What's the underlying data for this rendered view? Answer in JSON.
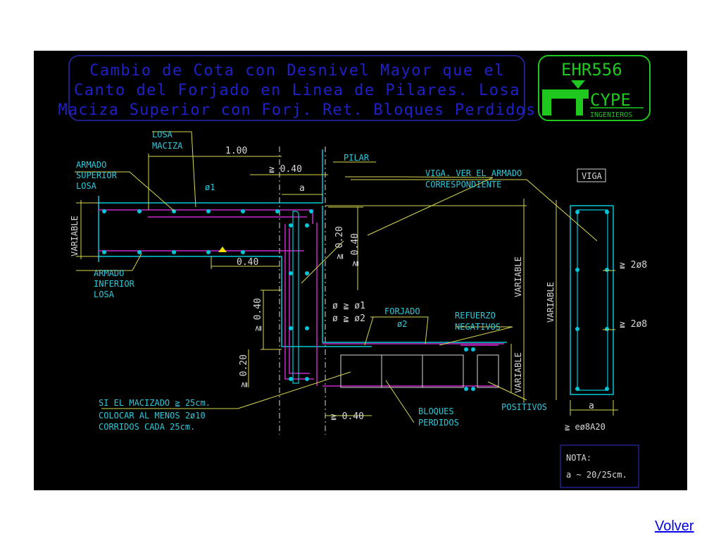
{
  "title": {
    "line1": "Cambio de Cota con Desnivel Mayor que el",
    "line2": "Canto del Forjado en Linea de Pilares. Losa",
    "line3": "Maciza Superior con Forj. Ret. Bloques Perdidos"
  },
  "logo": {
    "code": "EHR556",
    "brand": "CYPE",
    "sub": "INGENIEROS"
  },
  "labels": {
    "losa": "LOSA",
    "maciza": "MACIZA",
    "dim_100": "1.00",
    "pilar": "PILAR",
    "ge040_top": "≧ 0.40",
    "a_top": "a",
    "armado_sup_1": "ARMADO",
    "armado_sup_2": "SUPERIOR",
    "armado_sup_3": "LOSA",
    "phi1": "ø1",
    "variable_left": "VARIABLE",
    "dim_040_mid": "0.40",
    "armado_inf_1": "ARMADO",
    "armado_inf_2": "INFERIOR",
    "armado_inf_3": "LOSA",
    "ge020_right": "≧ 0.20",
    "ge040_right": "≧ 0.40",
    "ge040_left": "≧ 0.40",
    "ge020_left": "≧ 0.20",
    "phi_ge1": "ø ≧ ø1",
    "phi_ge2": "ø ≧ ø2",
    "forjado": "FORJADO",
    "phi2": "ø2",
    "refuerzo_1": "REFUERZO",
    "refuerzo_2": "NEGATIVOS",
    "viga_ver_1": "VIGA. VER EL ARMADO",
    "viga_ver_2": "CORRESPONDIENTE",
    "variable_mid": "VARIABLE",
    "variable_small": "VARIABLE",
    "si_macizado_1": "SI EL MACIZADO ≧ 25cm.",
    "si_macizado_2": "COLOCAR AL MENOS 2ø10",
    "si_macizado_3": "CORRIDOS CADA 25cm.",
    "ge040_bottom": "≧ 0.40",
    "bloques_1": "BLOQUES",
    "bloques_2": "PERDIDOS",
    "positivos": "POSITIVOS",
    "viga_box": "VIGA",
    "variable_viga": "VARIABLE",
    "ge2phi8_a": "≧ 2ø8",
    "ge2phi8_b": "≧ 2ø8",
    "a_viga": "a",
    "estribo": "≧ eø8A20",
    "nota_1": "NOTA:",
    "nota_2": "a ~ 20/25cm."
  },
  "colors": {
    "background": "#000000",
    "title_text": "#2020c8",
    "frame_blue": "#2a2ab0",
    "logo_green": "#1ec81e",
    "cyan": "#00c8d8",
    "magenta": "#c828c8",
    "yellow": "#d8d850",
    "text_cyan": "#30c8d8",
    "white": "#d8d8d8",
    "link": "#0000ee"
  },
  "link": {
    "volver": "Volver"
  }
}
